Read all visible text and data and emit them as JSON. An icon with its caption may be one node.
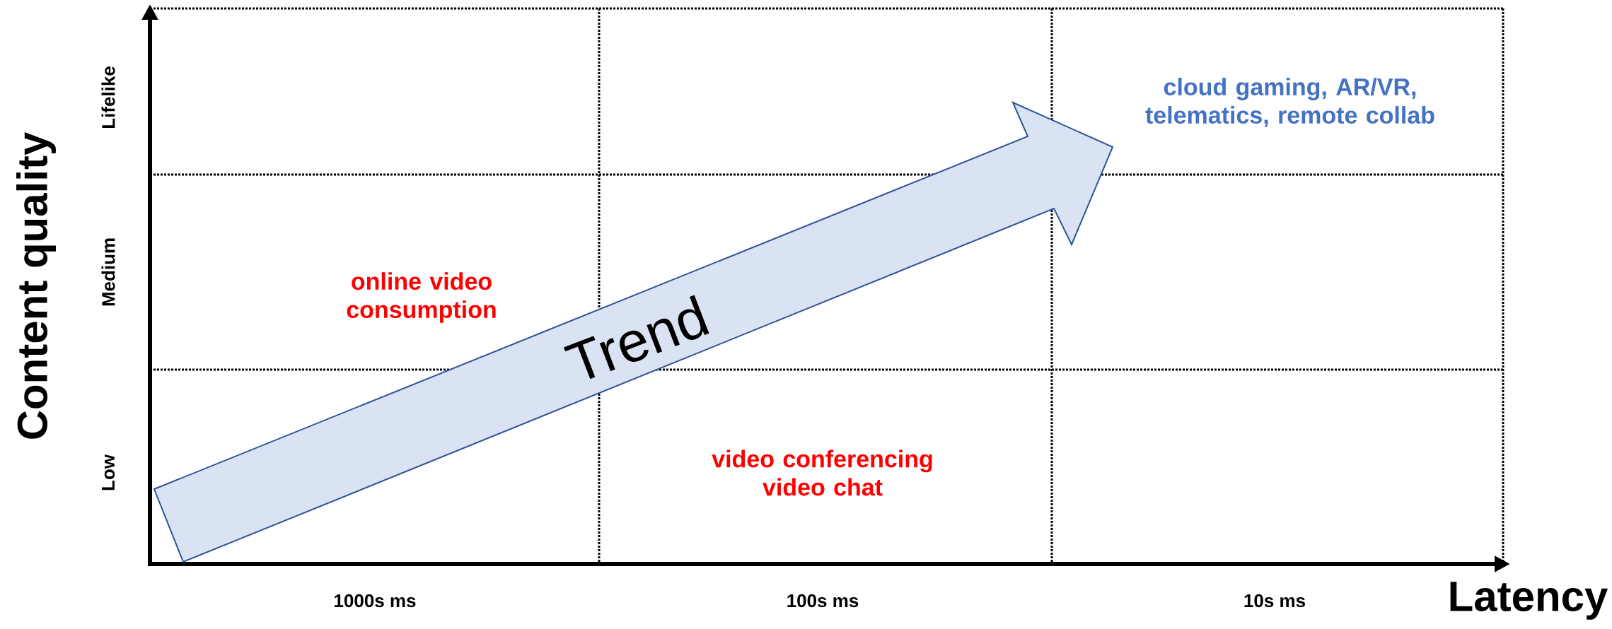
{
  "diagram": {
    "nodes": [
      {
        "text": [
          "Trend"
        ]
      }
    ],
    "labels": [
      "Content quality",
      "Lifelike",
      "Medium",
      "Low",
      "cloud gaming, AR/VR, telematics, remote collab",
      "online video consumption",
      "video conferencing video chat",
      "1000s ms",
      "100s ms",
      "10s ms",
      "Latency"
    ]
  }
}
